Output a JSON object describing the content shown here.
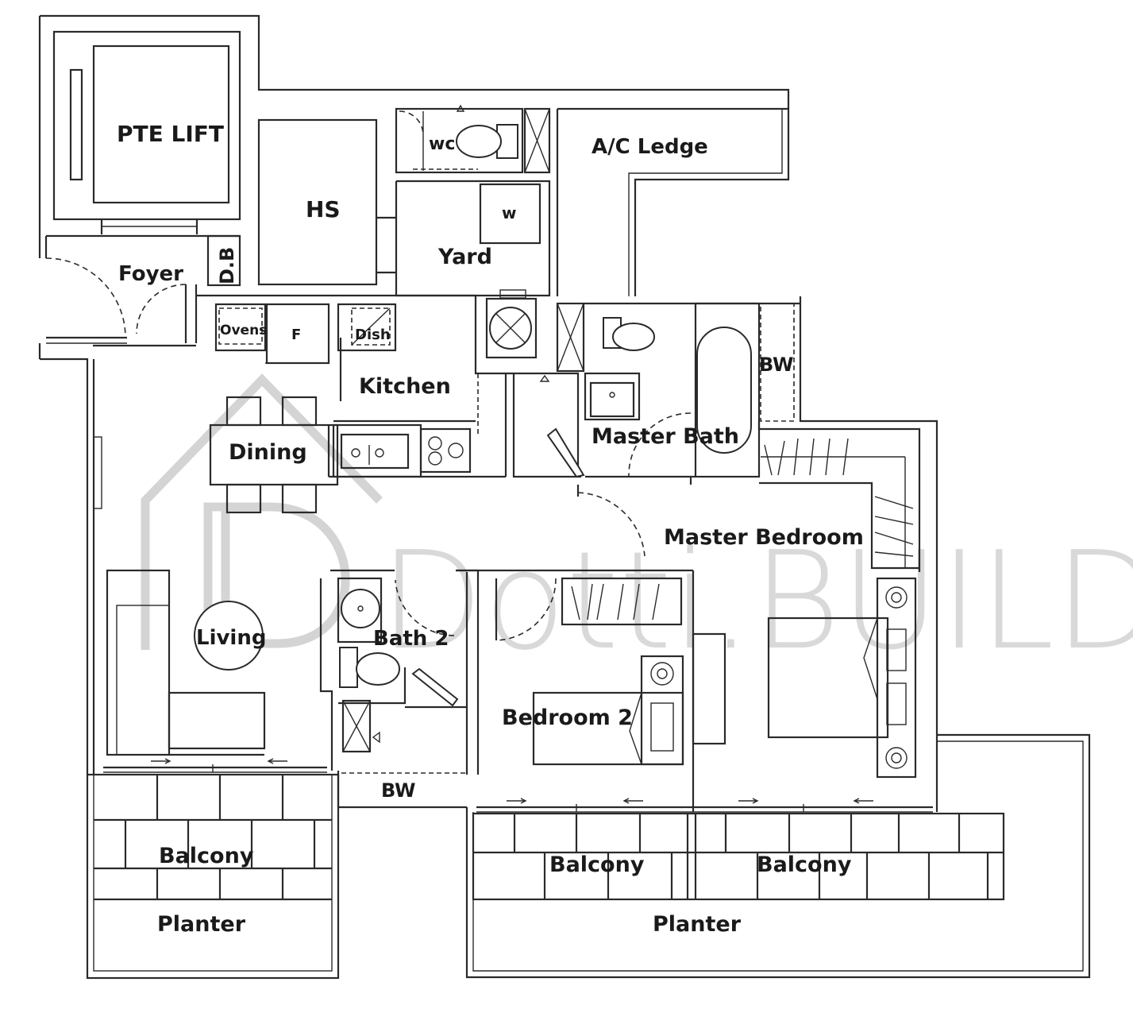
{
  "watermark": "Dotti.BUILD",
  "rooms": {
    "pte_lift": "PTE LIFT",
    "hs": "HS",
    "wc": "wc",
    "ac_ledge": "A/C Ledge",
    "w": "w",
    "yard": "Yard",
    "foyer": "Foyer",
    "db": "D.B",
    "ovens": "Ovens",
    "fridge": "F",
    "dish": "Dish",
    "kitchen": "Kitchen",
    "bw_master": "BW",
    "master_bath": "Master Bath",
    "dining": "Dining",
    "master_bedroom": "Master Bedroom",
    "living": "Living",
    "bath_2": "Bath 2",
    "bedroom_2": "Bedroom 2",
    "bw_bath2": "BW",
    "balcony_left": "Balcony",
    "balcony_mid": "Balcony",
    "balcony_right": "Balcony",
    "planter_left": "Planter",
    "planter_right": "Planter"
  }
}
